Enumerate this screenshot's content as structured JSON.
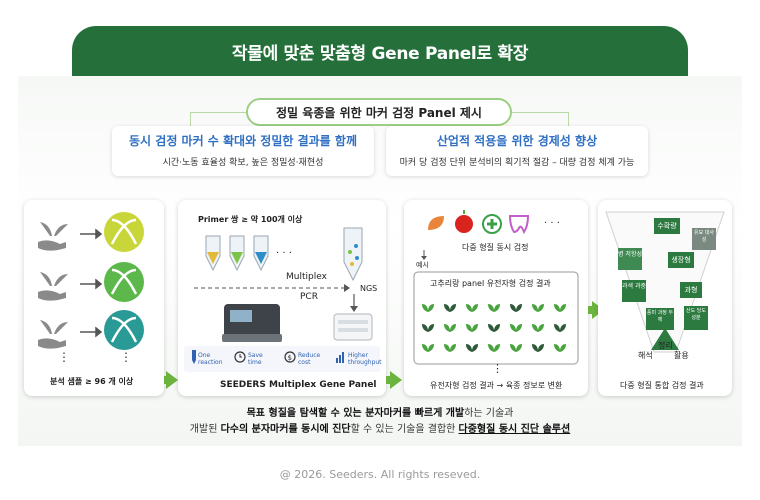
{
  "banner": {
    "title": "작물에 맞춘 맞춤형 Gene Panel로 확장"
  },
  "center": {
    "label": "정밀 육종을 위한 마커 검정 Panel 제시"
  },
  "features": [
    {
      "title": "동시 검정 마커 수 확대와 정밀한 결과를 함께",
      "subtitle": "시간·노동 효율성 확보, 높은 정밀성·재현성"
    },
    {
      "title": "산업적 적용을 위한 경제성 향상",
      "subtitle": "마커 당 검정 단위 분석비의 획기적 절감 – 대량 검정 체계 가능"
    }
  ],
  "panel1": {
    "dots": "⋮",
    "caption": "분석 샘플 ≥ 96 개 이상"
  },
  "panel2": {
    "primer": "Primer 쌍 ≥ 약 100개 이상",
    "multiplex": "Multiplex",
    "pcr": "PCR",
    "ngs": "NGS",
    "dots": "· · ·",
    "benefits": [
      {
        "icon": "reaction-icon",
        "label": "One reaction"
      },
      {
        "icon": "clock-icon",
        "label": "Save time"
      },
      {
        "icon": "dollar-icon",
        "label": "Reduce cost"
      },
      {
        "icon": "chart-icon",
        "label": "Higher throughput"
      }
    ],
    "caption": "SEEDERS Multiplex Gene Panel"
  },
  "panel3": {
    "dots": "· · ·",
    "subtitle": "다중 형질 동시 검정",
    "example": "예시",
    "result_title": "고추리랑 panel 유전자형 검정 결과",
    "vdots": "⋮",
    "caption": "유전자형 검정 결과 → 육종 정보로 변환"
  },
  "panel4": {
    "boxes": [
      "수확량",
      "유묘 대사성",
      "병 저항성",
      "생장형",
      "과색 과중",
      "과형",
      "풍미 과정 두께",
      "산도 당도 성분"
    ],
    "summary_top": "정리",
    "summary_left": "해석",
    "summary_right": "활용",
    "caption": "다중 형질 통합 검정 결과"
  },
  "footer": {
    "line1_bold": "목표 형질을 탐색할 수 있는 분자마커를 빠르게 개발",
    "line1_rest": "하는 기술과",
    "line2_pre": "개발된 ",
    "line2_bold": "다수의 분자마커를 동시에 진단",
    "line2_mid": "할 수 있는 기술을 결합한 ",
    "line2_ul": "다중형질 동시 진단 솔루션"
  },
  "copyright": "@ 2026. Seeders. All rights reseved.",
  "colors": {
    "banner": "#25703a",
    "accent_green": "#6cb43f",
    "title_blue": "#3070c4",
    "dna_yellow": "#c9d63a",
    "dna_green": "#5cb84a",
    "dna_teal": "#2a9a96"
  }
}
